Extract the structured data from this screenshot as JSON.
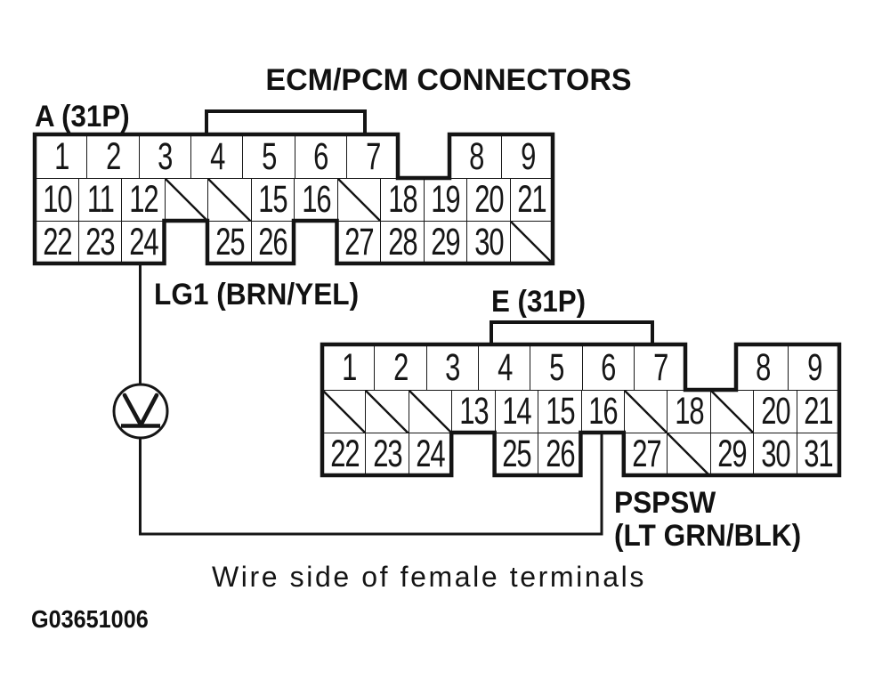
{
  "title": "ECM/PCM CONNECTORS",
  "caption": "Wire side of female terminals",
  "figure_id": "G03651006",
  "voltmeter": {
    "symbol": "V"
  },
  "wire_a": {
    "label": "LG1 (BRN/YEL)",
    "from_terminal": "A-24"
  },
  "wire_e": {
    "label_line1": "PSPSW",
    "label_line2": "(LT GRN/BLK)",
    "from_terminal": "E-16"
  },
  "connectors": [
    {
      "id": "A",
      "label": "A (31P)",
      "row1": [
        "1",
        "2",
        "3",
        "4",
        "5",
        "6",
        "7",
        "gap",
        "8",
        "9"
      ],
      "row2": [
        "10",
        "11",
        "12",
        "/",
        "/",
        "15",
        "16",
        "/",
        "18",
        "19",
        "20",
        "21"
      ],
      "row3": [
        "22",
        "23",
        "24",
        "gap",
        "25",
        "26",
        "gap",
        "27",
        "28",
        "29",
        "30",
        "/"
      ]
    },
    {
      "id": "E",
      "label": "E (31P)",
      "row1": [
        "1",
        "2",
        "3",
        "4",
        "5",
        "6",
        "7",
        "gap",
        "8",
        "9"
      ],
      "row2": [
        "/",
        "/",
        "/",
        "13",
        "14",
        "15",
        "16",
        "/",
        "18",
        "/",
        "20",
        "21"
      ],
      "row3": [
        "22",
        "23",
        "24",
        "gap",
        "25",
        "26",
        "gap",
        "27",
        "/",
        "29",
        "30",
        "31"
      ]
    }
  ]
}
